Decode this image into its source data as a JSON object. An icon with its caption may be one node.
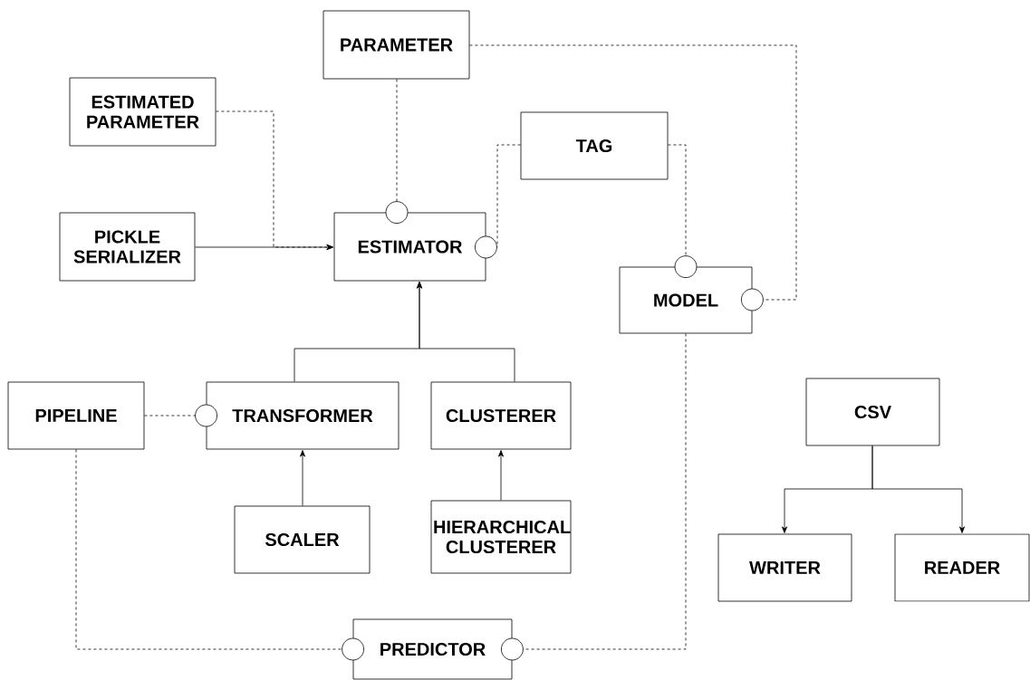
{
  "diagram": {
    "nodes": [
      {
        "text": [
          "PARAMETER"
        ]
      },
      {
        "text": [
          "ESTIMATED PARAMETER"
        ]
      },
      {
        "text": [
          "TAG"
        ]
      },
      {
        "text": [
          "PICKLE SERIALIZER"
        ]
      },
      {
        "text": [
          "ESTIMATOR"
        ]
      },
      {
        "text": [
          "MODEL"
        ]
      },
      {
        "text": [
          "PIPELINE"
        ]
      },
      {
        "text": [
          "TRANSFORMER"
        ]
      },
      {
        "text": [
          "CLUSTERER"
        ]
      },
      {
        "text": [
          "CSV"
        ]
      },
      {
        "text": [
          "SCALER"
        ]
      },
      {
        "text": [
          "HIERARCHICAL CLUSTERER"
        ]
      },
      {
        "text": [
          "WRITER"
        ]
      },
      {
        "text": [
          "READER"
        ]
      },
      {
        "text": [
          "PREDICTOR"
        ]
      }
    ],
    "edges": [
      {
        "from": 0,
        "to": 4,
        "arrow": "other",
        "style": "dashed"
      },
      {
        "from": 1,
        "to": 4,
        "arrow": "to",
        "style": "dashed"
      },
      {
        "from": 3,
        "to": 4,
        "arrow": "to"
      },
      {
        "from": 2,
        "to": 4,
        "arrow": "other",
        "style": "dashed"
      },
      {
        "from": 2,
        "to": 5,
        "arrow": "other",
        "style": "dashed"
      },
      {
        "from": 0,
        "to": 5,
        "arrow": "other",
        "style": "dashed"
      },
      {
        "from": 7,
        "to": 4,
        "arrow": "to"
      },
      {
        "from": 8,
        "to": 4,
        "arrow": "to"
      },
      {
        "from": 6,
        "to": 7,
        "arrow": "other",
        "style": "dashed"
      },
      {
        "from": 10,
        "to": 7,
        "arrow": "to"
      },
      {
        "from": 11,
        "to": 8,
        "arrow": "to"
      },
      {
        "from": 6,
        "to": 14,
        "arrow": "other",
        "style": "dashed"
      },
      {
        "from": 5,
        "to": 14,
        "arrow": "other",
        "style": "dashed"
      },
      {
        "from": 9,
        "to": 12,
        "arrow": "to"
      },
      {
        "from": 9,
        "to": 13,
        "arrow": "to"
      }
    ]
  }
}
